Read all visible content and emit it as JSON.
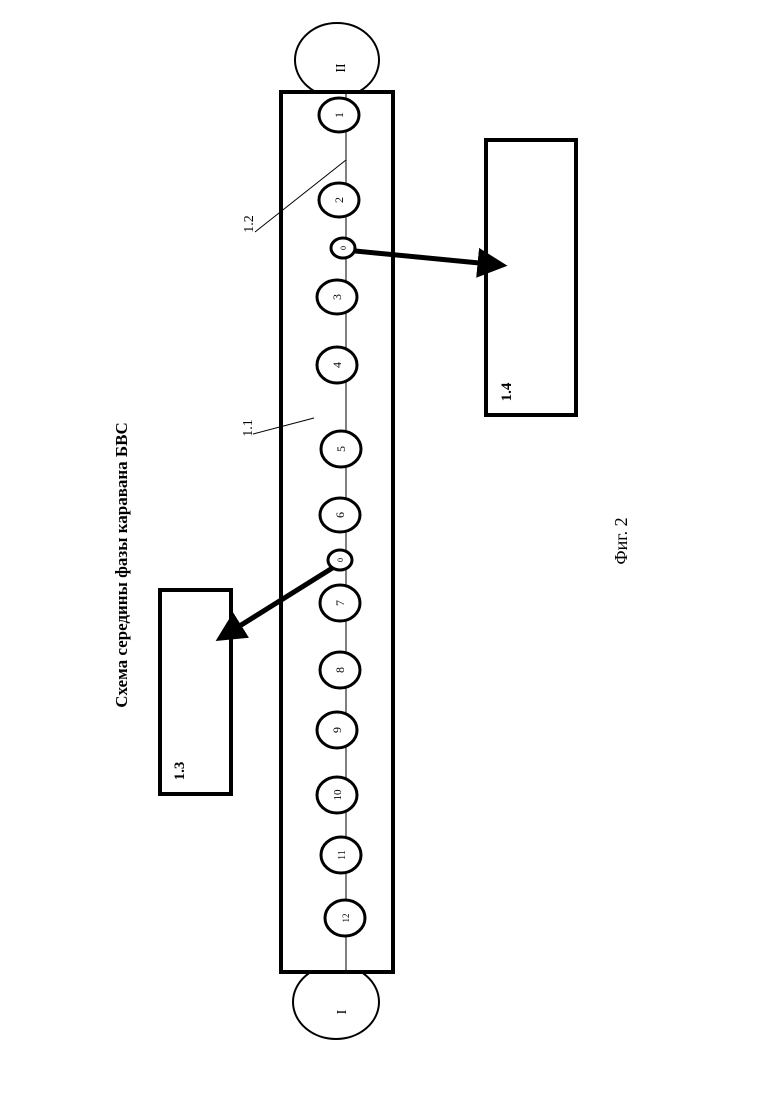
{
  "title": "Схема середины фазы каравана БВС",
  "figure_caption": "Фиг. 2",
  "end_nodes": {
    "top": "II",
    "bottom": "I"
  },
  "callouts": {
    "line": "1.2",
    "body": "1.1"
  },
  "boxes": {
    "upper": "1.4",
    "lower": "1.3"
  },
  "drones": [
    "1",
    "2",
    "0",
    "3",
    "4",
    "5",
    "6",
    "0",
    "7",
    "8",
    "9",
    "10",
    "11",
    "12"
  ]
}
